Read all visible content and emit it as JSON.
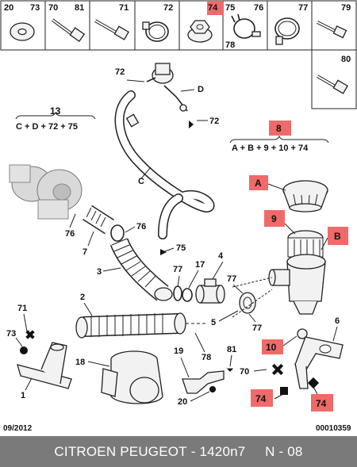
{
  "footer": {
    "brand": "CITROEN PEUGEOT",
    "sep": " - ",
    "part_number": "1420n7",
    "section": "N - 08"
  },
  "meta": {
    "date": "09/2012",
    "ref": "00010359"
  },
  "top_row": [
    {
      "left": "20",
      "right": "73"
    },
    {
      "left": "70",
      "right": "81"
    },
    {
      "left": "",
      "right": "71"
    },
    {
      "left": "",
      "right": "72"
    },
    {
      "left": "",
      "right": "74"
    },
    {
      "left": "75",
      "right": "76",
      "bottom": "78"
    },
    {
      "left": "",
      "right": "77"
    },
    {
      "left": "",
      "right": "79"
    }
  ],
  "side_box": {
    "right": "80"
  },
  "assemblies": {
    "a13": {
      "number": "13",
      "formula": "C + D + 72 + 75"
    },
    "a8": {
      "number": "8",
      "formula": "A + B + 9 + 10 + 74"
    }
  },
  "callouts": {
    "c72a": "72",
    "cD": "D",
    "c72b": "72",
    "cC": "C",
    "cA": "A",
    "c9": "9",
    "cB": "B",
    "c76a": "76",
    "c7": "7",
    "c76b": "76",
    "c75": "75",
    "c3": "3",
    "c4": "4",
    "c77a": "77",
    "c17": "17",
    "c77b": "77",
    "c2": "2",
    "c5": "5",
    "c77c": "77",
    "c6": "6",
    "c10": "10",
    "c71": "71",
    "c73": "73",
    "c1": "1",
    "c18": "18",
    "c78": "78",
    "c19": "19",
    "c81": "81",
    "c70": "70",
    "c20": "20",
    "c74a": "74",
    "c74b": "74"
  },
  "colors": {
    "highlight": "#f06a6a",
    "footer_bg": "#7a7a7a",
    "line": "#222222"
  }
}
